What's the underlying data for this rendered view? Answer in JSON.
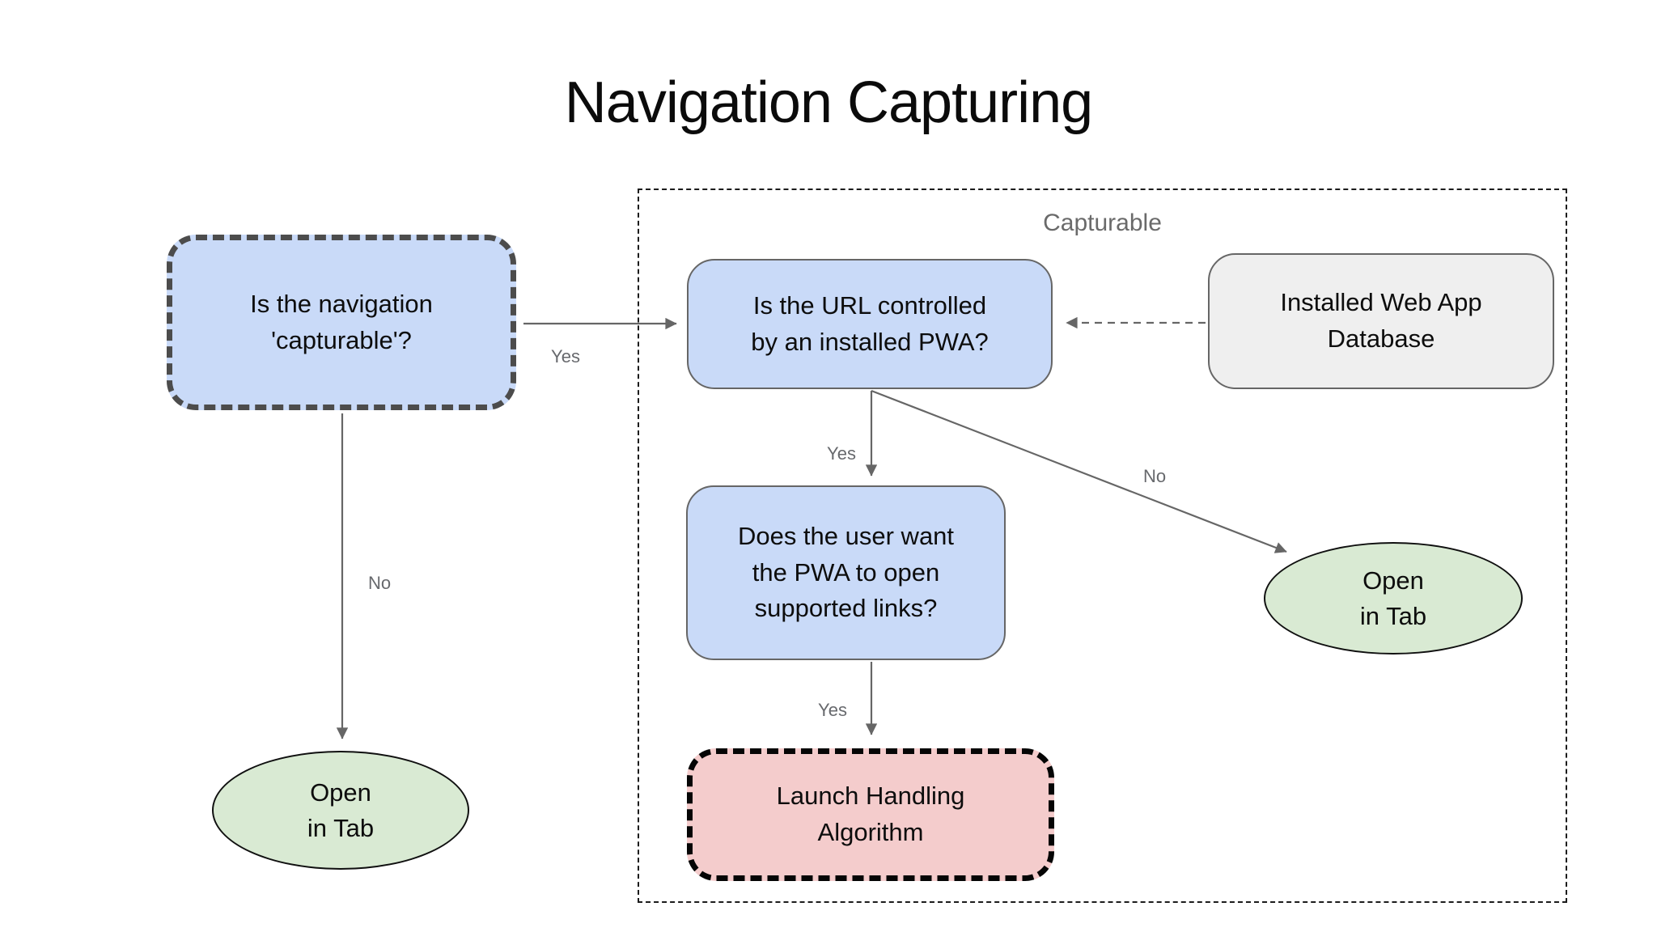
{
  "title": "Navigation Capturing",
  "group": {
    "label": "Capturable"
  },
  "nodes": {
    "capturable_question": "Is the navigation\n'capturable'?",
    "url_controlled": "Is the URL controlled\nby an installed PWA?",
    "installed_db": "Installed Web App\nDatabase",
    "user_wants": "Does the user want\nthe PWA to open\nsupported links?",
    "launch_handling": "Launch Handling\nAlgorithm",
    "open_in_tab_left": "Open\nin Tab",
    "open_in_tab_right": "Open\nin Tab"
  },
  "edge_labels": {
    "capturable_yes": "Yes",
    "capturable_no": "No",
    "url_yes": "Yes",
    "url_no": "No",
    "user_yes": "Yes"
  },
  "colors": {
    "question_fill": "#c9daf8",
    "terminal_fill": "#d9ead3",
    "process_fill": "#f4cccc",
    "data_fill": "#efefef",
    "edge_stroke": "#666666",
    "dashed_node_border": "#4c4c4c",
    "group_label_text": "#6a6a6a"
  }
}
